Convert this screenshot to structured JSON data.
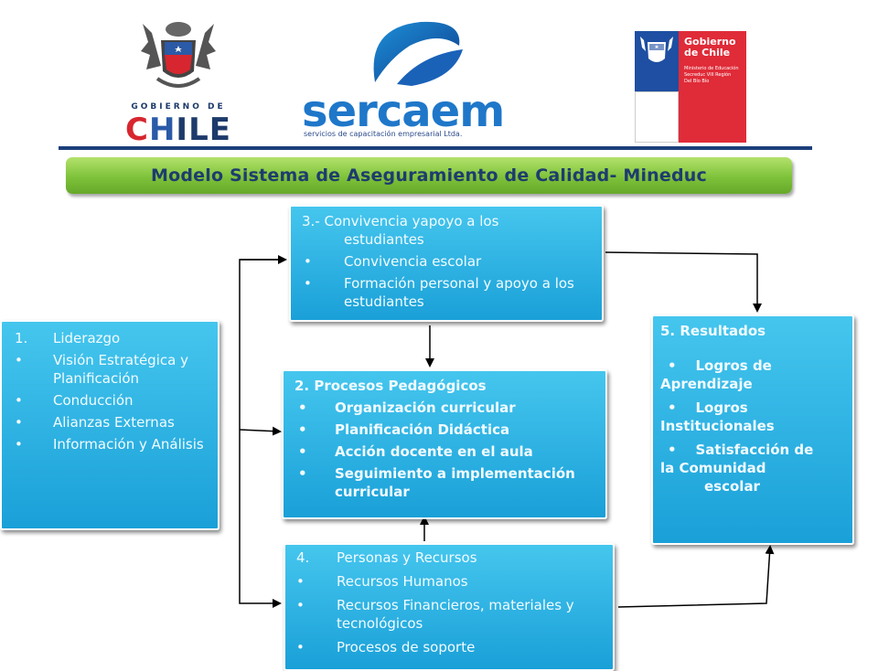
{
  "header": {
    "logo_left": {
      "word_top": "GOBIERNO DE",
      "word_big": "CHILE"
    },
    "logo_center": {
      "word": "sercaem",
      "subtitle": "servicios de capacitación empresarial Ltda."
    },
    "logo_right": {
      "title_line1": "Gobierno",
      "title_line2": "de Chile",
      "sub_line1": "Ministerio de Educación",
      "sub_line2": "Secreduc VIII Región",
      "sub_line3": "Del Bío Bío"
    }
  },
  "title": "Modelo Sistema de Aseguramiento de Calidad- Mineduc",
  "bullet": "•",
  "boxes": {
    "liderazgo": {
      "number": "1.",
      "heading": "Liderazgo",
      "items": [
        "Visión Estratégica y Planificación",
        "Conducción",
        "Alianzas Externas",
        "Información y Análisis"
      ]
    },
    "convivencia": {
      "heading": "3.- Convivencia yapoyo a los",
      "heading_cont": "estudiantes",
      "items": [
        "Convivencia escolar",
        "Formación personal y apoyo a los estudiantes"
      ]
    },
    "procesos": {
      "heading": "2.  Procesos Pedagógicos",
      "items": [
        "Organización curricular",
        "Planificación Didáctica",
        "Acción docente en el aula",
        "Seguimiento a implementación curricular"
      ]
    },
    "personas": {
      "number": "4.",
      "heading": "Personas y Recursos",
      "items": [
        "Recursos Humanos",
        "Recursos Financieros, materiales y tecnológicos",
        "Procesos de soporte"
      ]
    },
    "resultados": {
      "heading": "5. Resultados",
      "items": [
        {
          "first": "Logros de",
          "rest": "Aprendizaje"
        },
        {
          "first": "Logros",
          "rest": "Institucionales"
        },
        {
          "first": "Satisfacción de",
          "rest": "la Comunidad",
          "rest2": "escolar"
        }
      ]
    }
  },
  "colors": {
    "box": "#29b2e4",
    "banner": "#8ccc46",
    "title_text": "#1e3c6e",
    "rule": "#1c3f7a"
  }
}
